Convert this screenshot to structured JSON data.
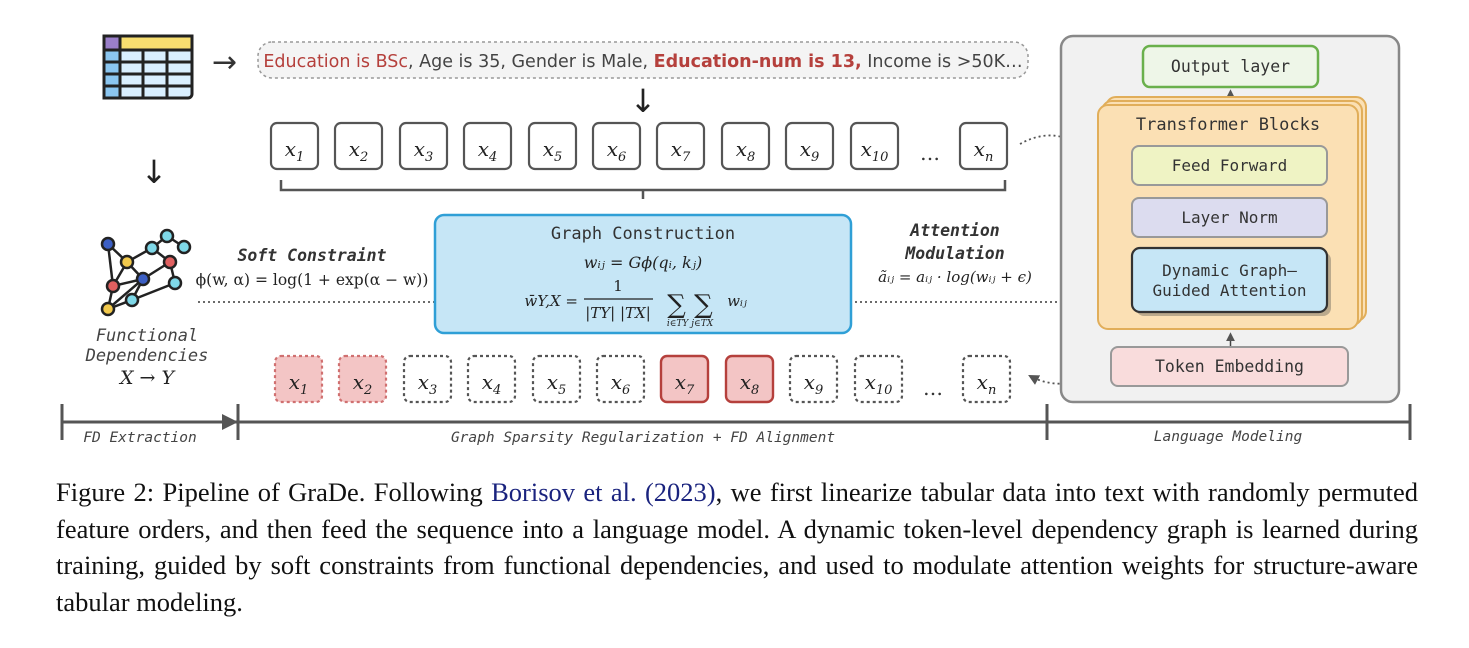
{
  "sentence": {
    "p1": "Education is BSc",
    "p2": ", Age is 35, Gender is Male, ",
    "p3": "Education-num is 13,",
    "p4": " Income is >50K…"
  },
  "tokens_top": [
    {
      "base": "x",
      "sub": "1"
    },
    {
      "base": "x",
      "sub": "2"
    },
    {
      "base": "x",
      "sub": "3"
    },
    {
      "base": "x",
      "sub": "4"
    },
    {
      "base": "x",
      "sub": "5"
    },
    {
      "base": "x",
      "sub": "6"
    },
    {
      "base": "x",
      "sub": "7"
    },
    {
      "base": "x",
      "sub": "8"
    },
    {
      "base": "x",
      "sub": "9"
    },
    {
      "base": "x",
      "sub": "10"
    },
    {
      "base": "x",
      "sub": "n"
    }
  ],
  "tokens_bottom": [
    {
      "base": "x",
      "sub": "1",
      "state": "soft"
    },
    {
      "base": "x",
      "sub": "2",
      "state": "soft"
    },
    {
      "base": "x",
      "sub": "3",
      "state": "plain"
    },
    {
      "base": "x",
      "sub": "4",
      "state": "plain"
    },
    {
      "base": "x",
      "sub": "5",
      "state": "plain"
    },
    {
      "base": "x",
      "sub": "6",
      "state": "plain"
    },
    {
      "base": "x",
      "sub": "7",
      "state": "strong"
    },
    {
      "base": "x",
      "sub": "8",
      "state": "strong"
    },
    {
      "base": "x",
      "sub": "9",
      "state": "plain"
    },
    {
      "base": "x",
      "sub": "10",
      "state": "plain"
    },
    {
      "base": "x",
      "sub": "n",
      "state": "plain"
    }
  ],
  "ellipsis": "…",
  "fd": {
    "line1": "Functional",
    "line2": "Dependencies",
    "expr": "X → Y"
  },
  "soft_constraint": {
    "title": "Soft Constraint",
    "formula": "ϕ(w, α) = log(1 + exp(α − w))"
  },
  "graph_construction": {
    "title": "Graph Construction",
    "eq1": "wᵢⱼ = Gϕ(qᵢ, kⱼ)",
    "eq2_lhs": "w̄Y,X =",
    "eq2_num": "1",
    "eq2_den": "|TY| |TX|",
    "eq2_sum": "∑ ∑",
    "eq2_sub": "i∈TY j∈TX",
    "eq2_term": "wᵢⱼ"
  },
  "attention_mod": {
    "line1": "Attention",
    "line2": "Modulation",
    "formula": "ãᵢⱼ = aᵢⱼ · log(wᵢⱼ + ϵ)"
  },
  "lm": {
    "output_layer": "Output layer",
    "transformer_blocks": "Transformer Blocks",
    "feed_forward": "Feed Forward",
    "layer_norm": "Layer Norm",
    "dyn_line1": "Dynamic Graph–",
    "dyn_line2": "Guided Attention",
    "token_embedding": "Token Embedding"
  },
  "stages": {
    "fd_extraction": "FD Extraction",
    "graph_sparsity": "Graph Sparsity Regularization + FD Alignment",
    "language_modeling": "Language Modeling"
  },
  "caption": {
    "part1": "Figure 2: Pipeline of GraDe. Following ",
    "cite_authors": "Borisov et al.",
    "cite_open": " (",
    "cite_year": "2023",
    "cite_close": ")",
    "part2": ", we first linearize tabular data into text with randomly permuted feature orders, and then feed the sequence into a language model. A dynamic token-level dependency graph is learned during training, guided by soft constraints from functional dependencies, and used to modulate attention weights for structure-aware tabular modeling."
  },
  "colors": {
    "accent_red": "#b5403c",
    "graph_fill": "#c6e6f6",
    "graph_stroke": "#2f9fd6",
    "transformer_fill": "#fbe0b4",
    "output_stroke": "#6ab04c",
    "ff_fill": "#eff3c4",
    "ln_fill": "#dcdcef",
    "emb_fill": "#f9dcdc",
    "token_red_fill": "#f3c5c5"
  }
}
